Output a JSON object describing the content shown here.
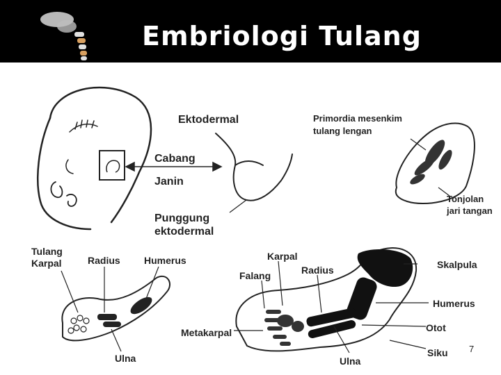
{
  "slide": {
    "title": "Embriologi Tulang",
    "page_number": "7",
    "logo_icon": "spine-skeleton-icon"
  },
  "labels": {
    "ektodermal": "Ektodermal",
    "cabang": "Cabang",
    "janin": "Janin",
    "punggung": "Punggung",
    "ektodermal_ridge": "ektodermal",
    "primordia": "Primordia mesenkim",
    "tulang_lengan": "tulang lengan",
    "tonjolan": "Tonjolan",
    "jari_tangan": "jari tangan",
    "tulang": "Tulang",
    "karpal": "Karpal",
    "radius_left": "Radius",
    "humerus_left": "Humerus",
    "ulna_left": "Ulna",
    "metakarpal": "Metakarpal",
    "karpal_right": "Karpal",
    "falang": "Falang",
    "radius_right": "Radius",
    "skalpula": "Skalpula",
    "humerus_right": "Humerus",
    "otot": "Otot",
    "siku": "Siku",
    "ulna_right": "Ulna"
  }
}
